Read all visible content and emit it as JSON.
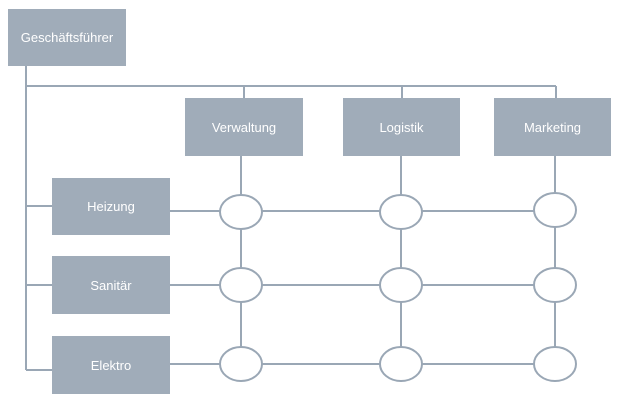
{
  "colors": {
    "box_fill": "#a0acb9",
    "line": "#9aa7b5",
    "node_fill": "#ffffff",
    "text": "#ffffff"
  },
  "diagram": {
    "type": "matrix-organization",
    "root": {
      "label": "Geschäftsführer"
    },
    "functions": [
      {
        "label": "Verwaltung"
      },
      {
        "label": "Logistik"
      },
      {
        "label": "Marketing"
      }
    ],
    "divisions": [
      {
        "label": "Heizung"
      },
      {
        "label": "Sanitär"
      },
      {
        "label": "Elektro"
      }
    ],
    "intersection_nodes": "3x3 grid of circles"
  }
}
